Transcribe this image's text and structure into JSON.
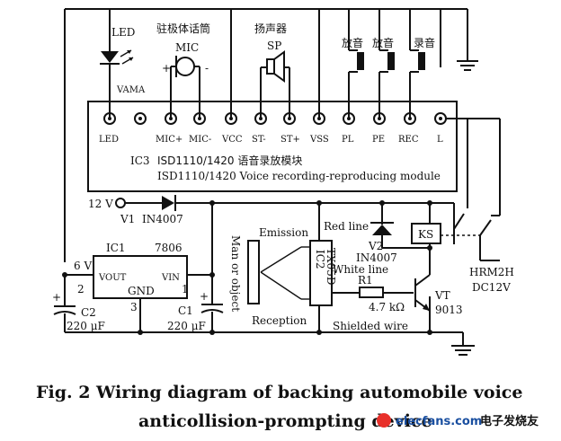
{
  "top_labels": {
    "led": "LED",
    "mic_cn": "驻极体话筒",
    "mic": "MIC",
    "sp_cn": "扬声器",
    "sp": "SP",
    "play1": "放音",
    "play2": "放音",
    "rec": "录音",
    "vama": "VAMA"
  },
  "pins": [
    "LED",
    "MIC+",
    "MIC-",
    "VCC",
    "ST-",
    "ST+",
    "VSS",
    "PL",
    "PE",
    "REC",
    "L"
  ],
  "module": {
    "ref": "IC3",
    "name_cn": "ISD1110/1420 语音录放模块",
    "name_en": "ISD1110/1420 Voice recording-reproducing module"
  },
  "power": {
    "v12": "12 V",
    "v1": "V1",
    "d1": "IN4007",
    "ic1": "IC1",
    "reg": "7806",
    "v6": "6 V",
    "vout": "VOUT",
    "vin": "VIN",
    "gnd": "GND",
    "pin1": "1",
    "pin2": "2",
    "pin3": "3",
    "c2": "C2",
    "c2v": "220 μF",
    "c1": "C1",
    "c1v": "220 μF"
  },
  "sensor": {
    "object": "Man or object",
    "emission": "Emission",
    "reception": "Reception",
    "ic2": "IC2",
    "ic2part": "TX05D",
    "red": "Red line",
    "white": "White line",
    "shielded": "Shielded wire"
  },
  "driver": {
    "v2": "V2",
    "d2": "IN4007",
    "ks": "KS",
    "r1": "R1",
    "r1v": "4.7 kΩ",
    "vt": "VT",
    "vtpart": "9013",
    "relay": "HRM2H",
    "relayv": "DC12V"
  },
  "caption": {
    "line1": "Fig. 2   Wiring diagram of backing automobile voice",
    "line2": "anticollision-prompting device"
  },
  "watermark": {
    "site": "elecfans.com",
    "cn": "电子发烧友"
  }
}
